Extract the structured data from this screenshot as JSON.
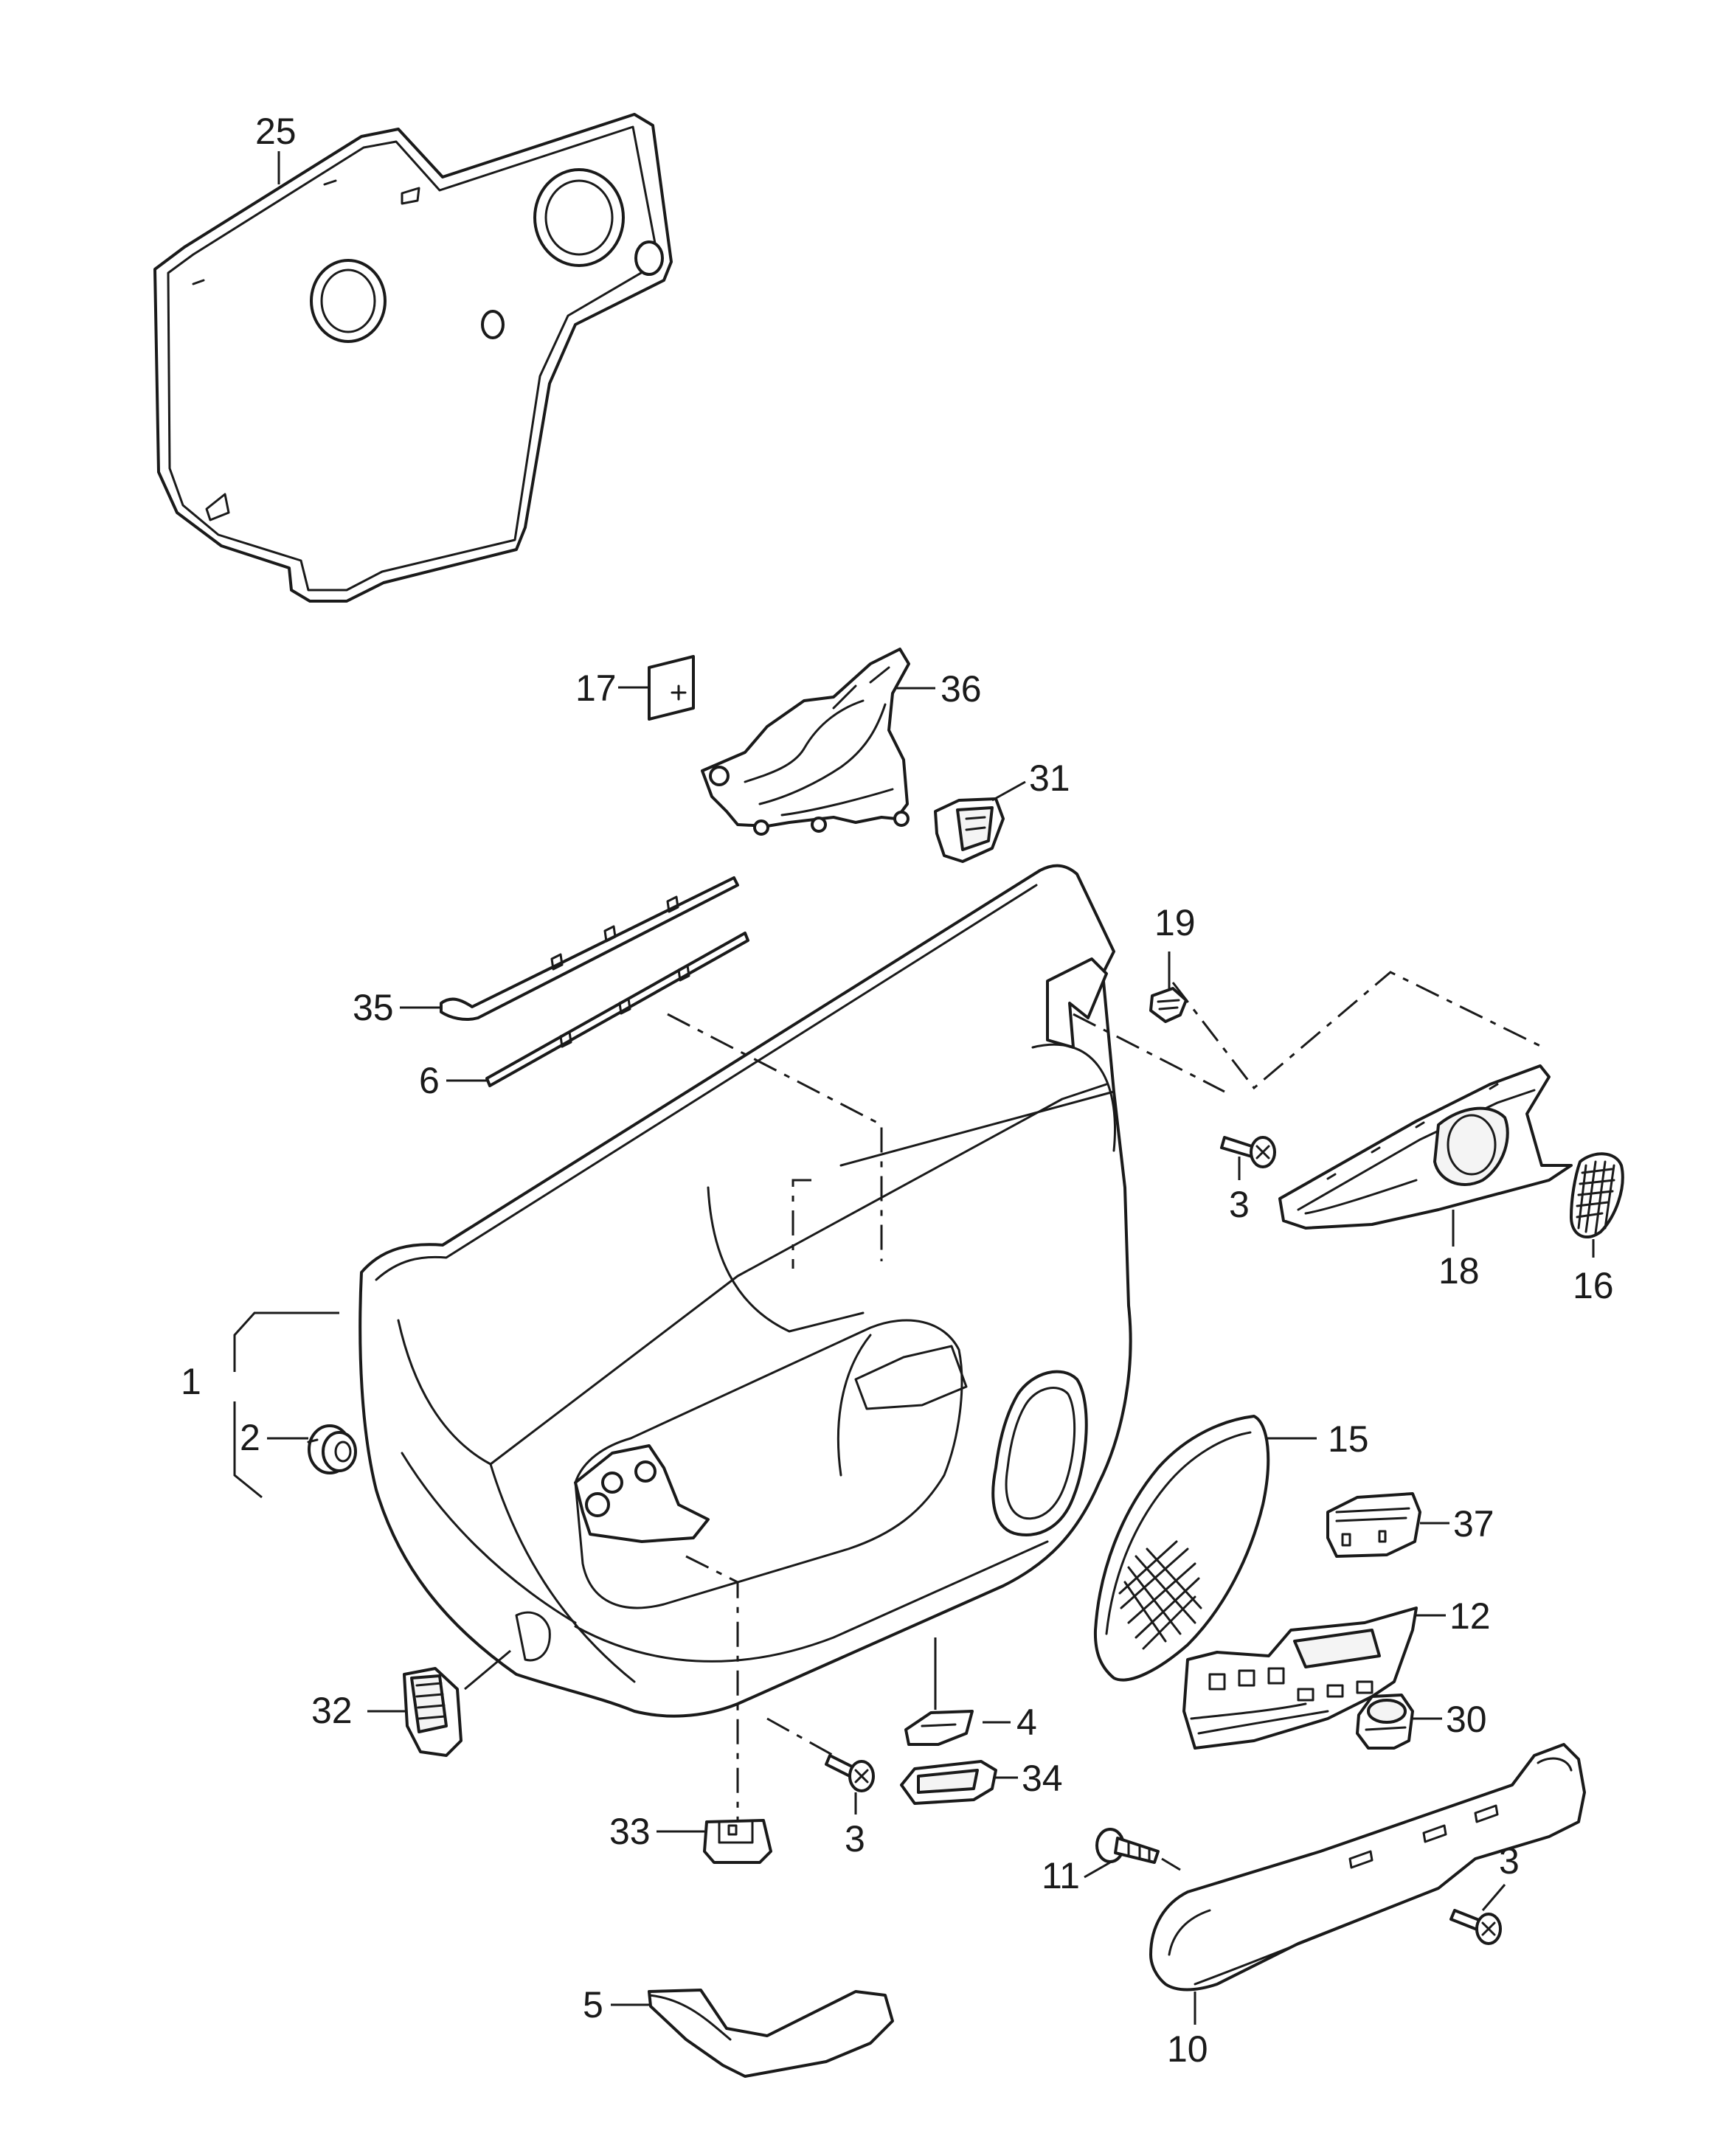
{
  "callouts": {
    "c1": "1",
    "c2": "2",
    "c3a": "3",
    "c3b": "3",
    "c3c": "3",
    "c4": "4",
    "c5": "5",
    "c6": "6",
    "c10": "10",
    "c11": "11",
    "c12": "12",
    "c15": "15",
    "c16": "16",
    "c17": "17",
    "c18": "18",
    "c19": "19",
    "c25": "25",
    "c30": "30",
    "c31": "31",
    "c32": "32",
    "c33": "33",
    "c34": "34",
    "c35": "35",
    "c36": "36",
    "c37": "37"
  }
}
